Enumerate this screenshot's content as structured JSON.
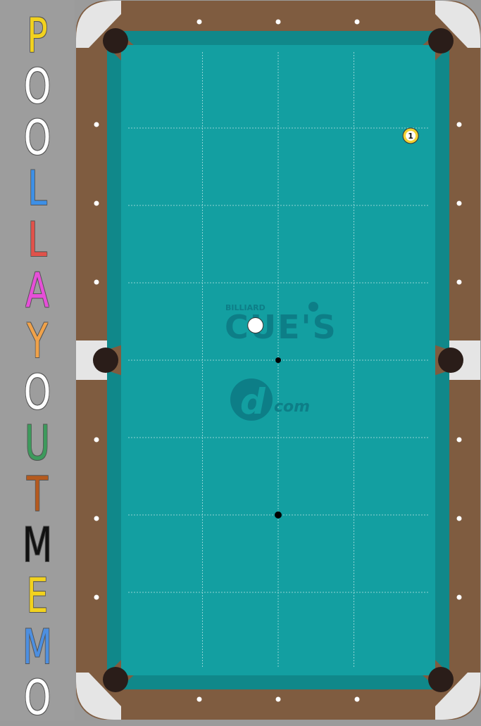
{
  "app": {
    "title_letters": [
      {
        "char": "P",
        "color": "#f2d21e"
      },
      {
        "char": "O",
        "color": "#ffffff"
      },
      {
        "char": "O",
        "color": "#ffffff"
      },
      {
        "char": "L",
        "color": "#3d8fe6"
      },
      {
        "char": "L",
        "color": "#e0524a"
      },
      {
        "char": "A",
        "color": "#e64fd8"
      },
      {
        "char": "Y",
        "color": "#f0a24a"
      },
      {
        "char": "O",
        "color": "#ffffff"
      },
      {
        "char": "U",
        "color": "#3d9a5c"
      },
      {
        "char": "T",
        "color": "#b55a1e"
      },
      {
        "char": "M",
        "color": "#111111"
      },
      {
        "char": "E",
        "color": "#f2d21e"
      },
      {
        "char": "M",
        "color": "#4d8fe0"
      },
      {
        "char": "O",
        "color": "#ffffff"
      }
    ]
  },
  "table": {
    "felt_color": "#139fa1",
    "rail_color": "#7f5c40",
    "corner_color": "#e5e5e5",
    "pocket_color": "#2a1d19",
    "diamond_color": "#ffffff"
  },
  "logo": {
    "small_text": "BILLIARD",
    "main_text": "CUE'S",
    "dot_text": "com"
  },
  "balls": [
    {
      "id": "cue-ball",
      "label": "",
      "color": "#ffffff",
      "col": 1.7,
      "row": 3.55
    },
    {
      "id": "ball-1",
      "label": "1",
      "color": "#f1d235",
      "col": 3.75,
      "row": 1.1
    }
  ],
  "spots": [
    {
      "id": "center-spot",
      "col": 2,
      "row": 4
    },
    {
      "id": "foot-spot",
      "col": 2,
      "row": 6
    }
  ]
}
